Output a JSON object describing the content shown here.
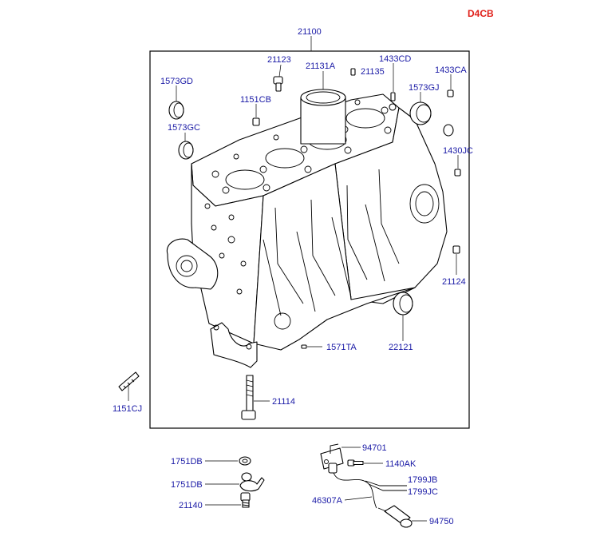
{
  "engine_code": "D4CB",
  "accent_color": "#e0201a",
  "label_color": "#1a1aa6",
  "assembly": {
    "part_no": "21100"
  },
  "callouts": {
    "c21123": "21123",
    "c21131A": "21131A",
    "c21135": "21135",
    "c1433CD": "1433CD",
    "c1433CA": "1433CA",
    "c1573GD": "1573GD",
    "c1151CB": "1151CB",
    "c1573GJ": "1573GJ",
    "c1573GC": "1573GC",
    "c1430JC": "1430JC",
    "c21124": "21124",
    "c22121": "22121",
    "c1571TA": "1571TA",
    "c21114": "21114",
    "c1151CJ": "1151CJ",
    "c1751DB_a": "1751DB",
    "c1751DB_b": "1751DB",
    "c21140": "21140",
    "c94701": "94701",
    "c1140AK": "1140AK",
    "c1799JB": "1799JB",
    "c1799JC": "1799JC",
    "c46307A": "46307A",
    "c94750": "94750"
  }
}
